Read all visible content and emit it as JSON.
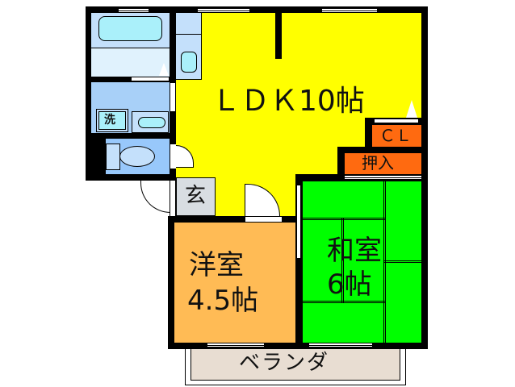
{
  "floorplan": {
    "rooms": {
      "ldk": {
        "label": "ＬＤＫ10帖",
        "color": "#ffff00"
      },
      "western": {
        "line1": "洋室",
        "line2": "4.5帖",
        "color": "#ffbb55"
      },
      "japanese": {
        "line1": "和室",
        "line2": "6帖",
        "color": "#00ff00"
      },
      "closet": {
        "label": "ＣＬ",
        "color": "#ff6a10"
      },
      "oshiire": {
        "label": "押入",
        "color": "#ff6a10"
      },
      "entrance": {
        "label": "玄",
        "color": "#d8dde2"
      },
      "balcony": {
        "label": "ベランダ",
        "color": "#e8ddd2"
      },
      "washroom": {
        "label": "洗",
        "color": "#a8d0f8"
      },
      "bath": {
        "color": "#c4e0fb"
      },
      "toilet": {
        "color": "#98c8fb"
      }
    },
    "colors": {
      "wall": "#000000",
      "fixture": "#aaf0fa"
    }
  }
}
